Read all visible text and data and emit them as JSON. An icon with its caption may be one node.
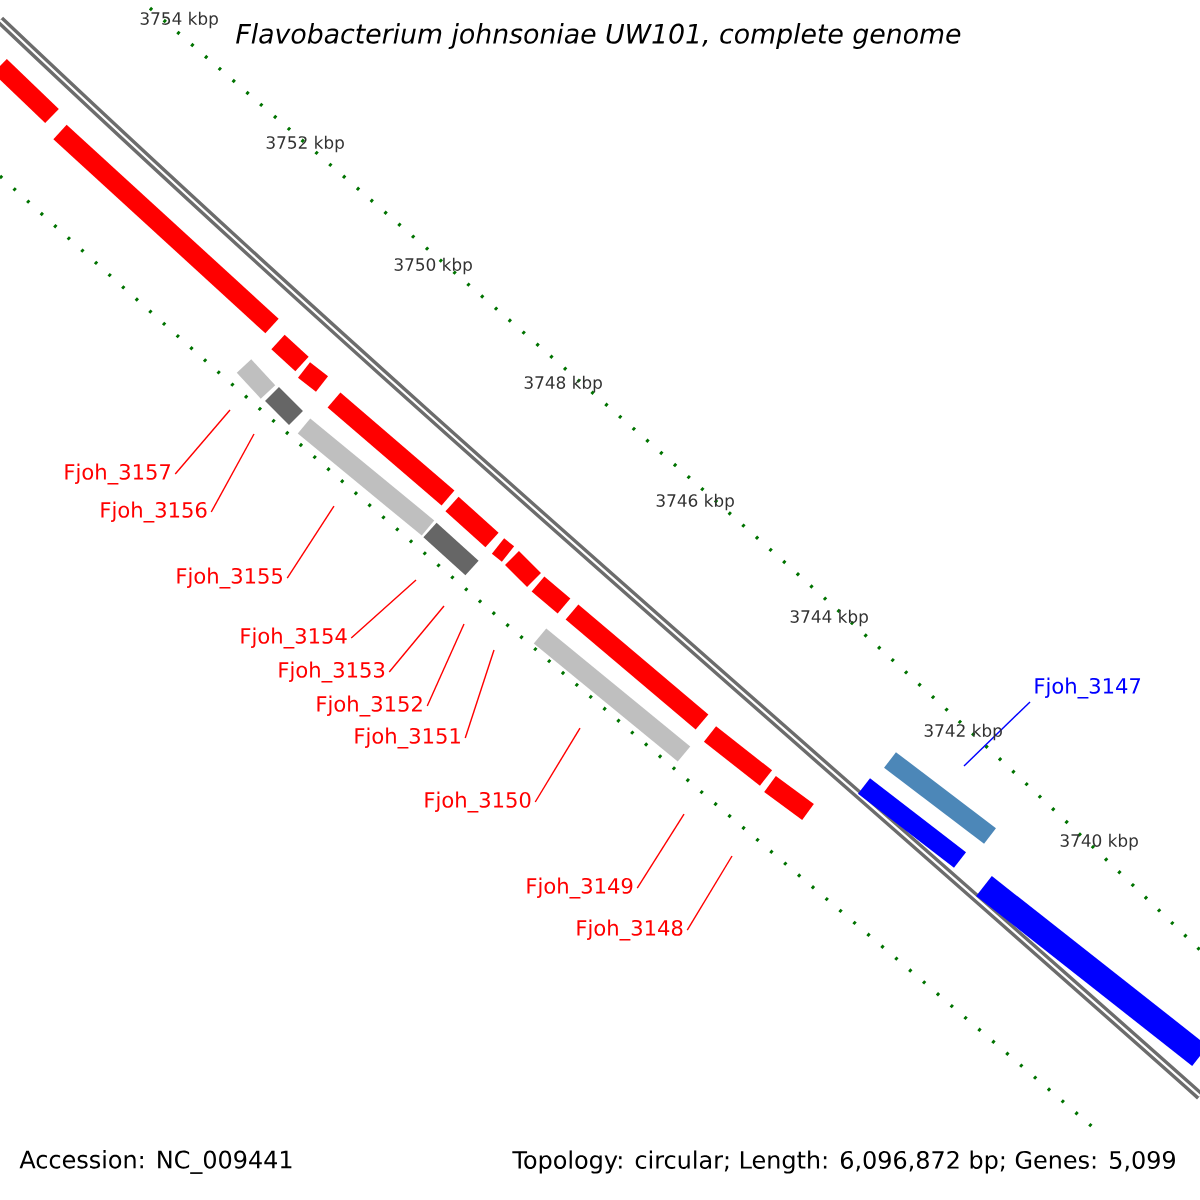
{
  "diagram": {
    "title": "Flavobacterium johnsoniae UW101, complete genome",
    "nodes": [
      {
        "text": [
          "Fjoh_3157"
        ]
      },
      {
        "text": [
          "Fjoh_3156"
        ]
      },
      {
        "text": [
          "Fjoh_3155"
        ]
      },
      {
        "text": [
          "Fjoh_3154"
        ]
      },
      {
        "text": [
          "Fjoh_3153"
        ]
      },
      {
        "text": [
          "Fjoh_3152"
        ]
      },
      {
        "text": [
          "Fjoh_3151"
        ]
      },
      {
        "text": [
          "Fjoh_3150"
        ]
      },
      {
        "text": [
          "Fjoh_3149"
        ]
      },
      {
        "text": [
          "Fjoh_3148"
        ]
      },
      {
        "text": [
          "Fjoh_3147"
        ]
      }
    ],
    "edges": [
      {
        "from": 0,
        "to": null,
        "arrow": "none"
      },
      {
        "from": 1,
        "to": null,
        "arrow": "none"
      },
      {
        "from": 2,
        "to": null,
        "arrow": "none"
      },
      {
        "from": 3,
        "to": null,
        "arrow": "none"
      },
      {
        "from": 4,
        "to": null,
        "arrow": "none"
      },
      {
        "from": 5,
        "to": null,
        "arrow": "none"
      },
      {
        "from": 6,
        "to": null,
        "arrow": "none"
      },
      {
        "from": 7,
        "to": null,
        "arrow": "none"
      },
      {
        "from": 8,
        "to": null,
        "arrow": "none"
      },
      {
        "from": 9,
        "to": null,
        "arrow": "none"
      },
      {
        "from": 10,
        "to": null,
        "arrow": "none",
        "color": "#0000ff"
      }
    ],
    "labels": [
      "3754 kbp",
      "3752 kbp",
      "3750 kbp",
      "3748 kbp",
      "3746 kbp",
      "3744 kbp",
      "3742 kbp",
      "3740 kbp",
      "Accession: NC_009441",
      "Topology: circular; Length: 6,096,872 bp; Genes: 5,099"
    ]
  }
}
